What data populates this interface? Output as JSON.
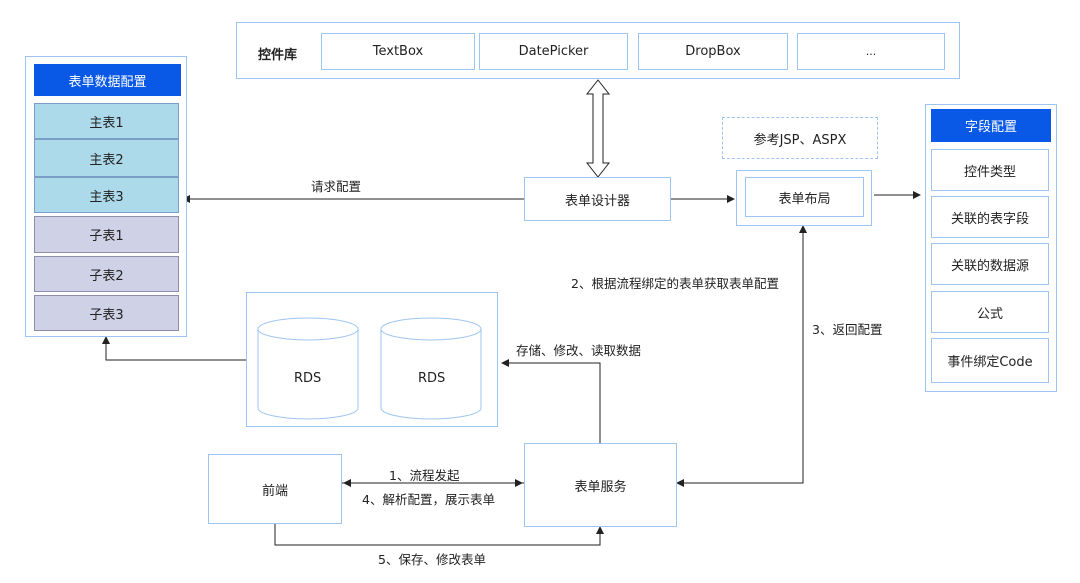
{
  "control_library": {
    "title": "控件库",
    "items": [
      "TextBox",
      "DatePicker",
      "DropBox",
      "..."
    ]
  },
  "form_data_config": {
    "title": "表单数据配置",
    "main_tables": [
      "主表1",
      "主表2",
      "主表3"
    ],
    "sub_tables": [
      "子表1",
      "子表2",
      "子表3"
    ]
  },
  "field_config": {
    "title": "字段配置",
    "items": [
      "控件类型",
      "关联的表字段",
      "关联的数据源",
      "公式",
      "事件绑定Code"
    ]
  },
  "nodes": {
    "form_designer": "表单设计器",
    "form_layout": "表单布局",
    "reference_note": "参考JSP、ASPX",
    "frontend": "前端",
    "form_service": "表单服务",
    "rds_1": "RDS",
    "rds_2": "RDS"
  },
  "edge_labels": {
    "request_config": "请求配置",
    "get_form_config": "2、根据流程绑定的表单获取表单配置",
    "return_config": "3、返回配置",
    "store_data": "存储、修改、读取数据",
    "start_flow": "1、流程发起",
    "parse_config": "4、解析配置，展示表单",
    "save_form": "5、保存、修改表单"
  },
  "colors": {
    "header_blue": "#0a58e6",
    "border_blue": "#9ec5f0",
    "main_table_fill": "#acdaea",
    "sub_table_fill": "#cfd1e6"
  }
}
